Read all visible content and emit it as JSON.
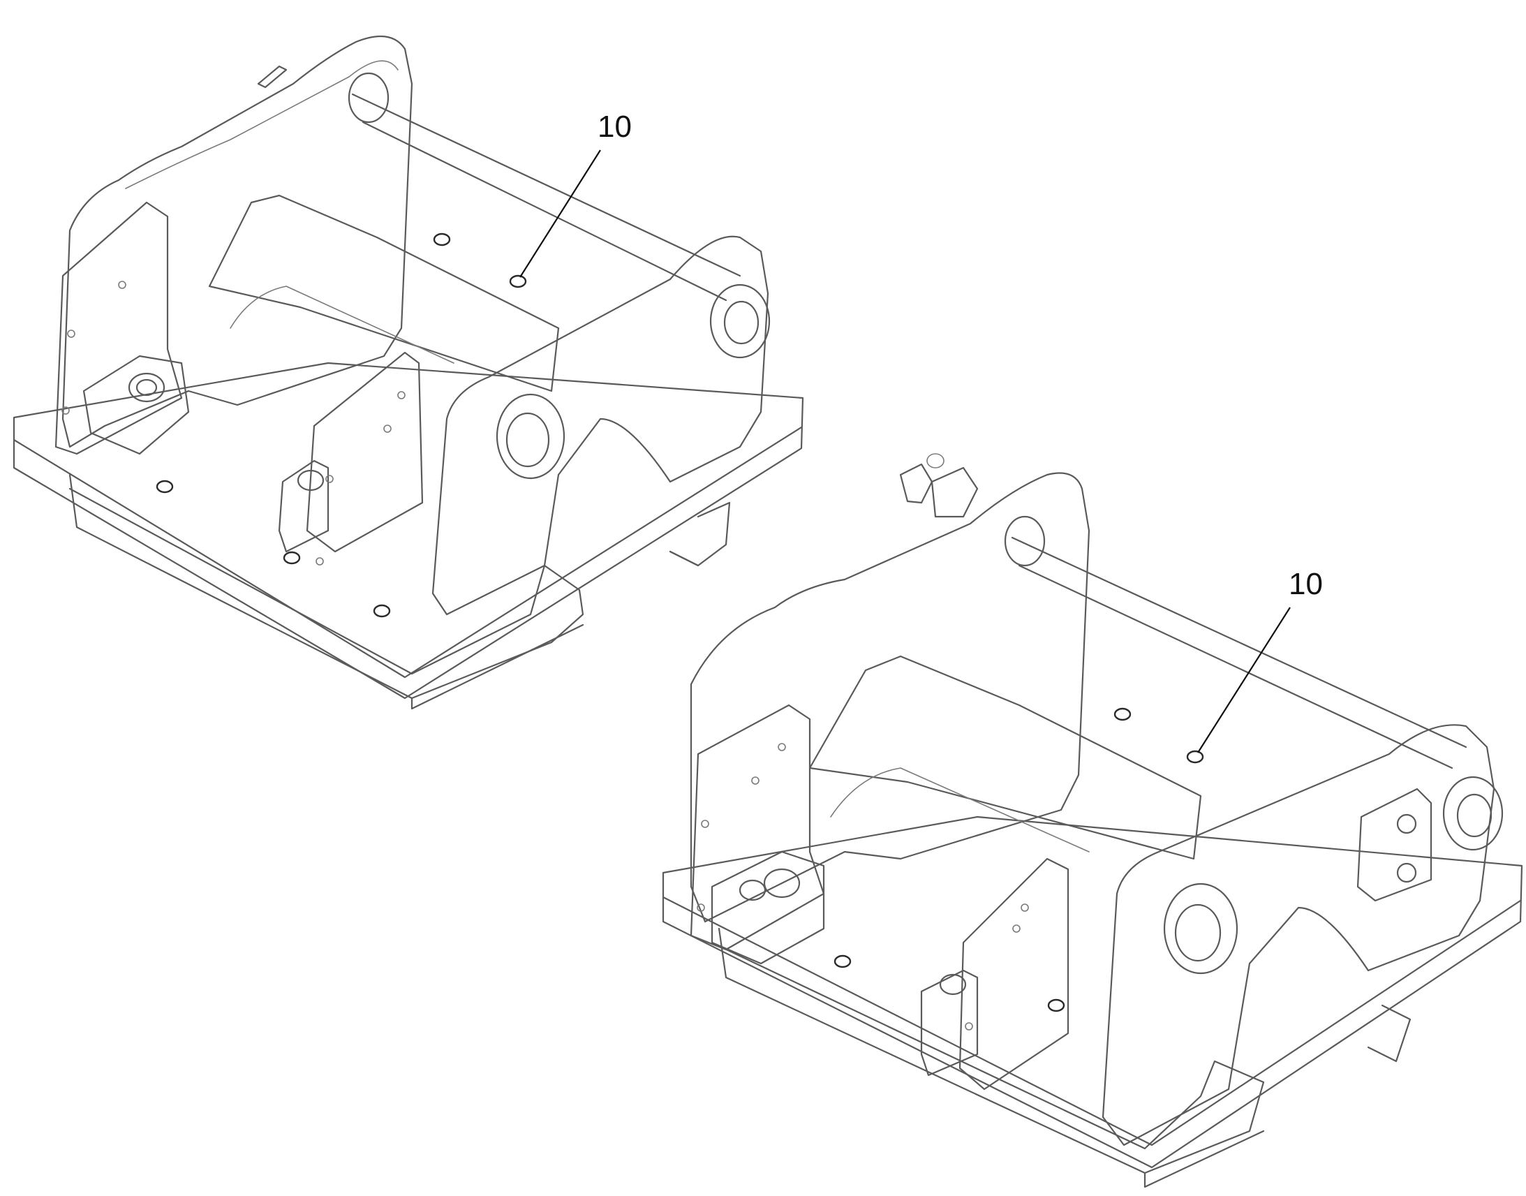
{
  "callouts": [
    {
      "id": "top",
      "label": "10"
    },
    {
      "id": "bottom",
      "label": "10"
    }
  ],
  "colors": {
    "line": "#5a5a5a",
    "text": "#111111",
    "background": "#ffffff"
  }
}
